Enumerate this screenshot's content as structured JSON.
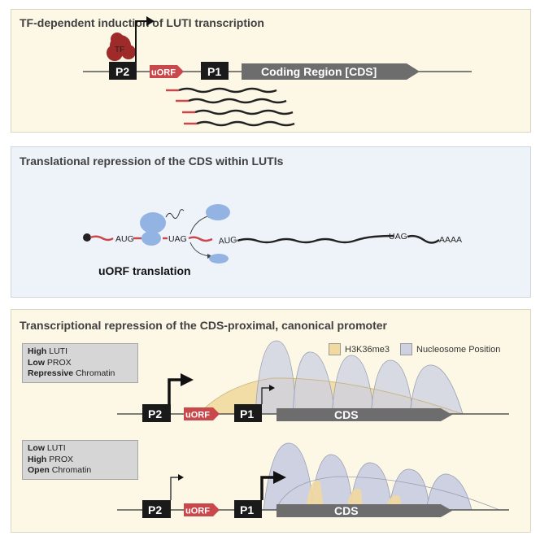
{
  "panel1": {
    "title": "TF-dependent induction of  LUTI transcription",
    "tf_label": "TF",
    "p2_label": "P2",
    "uorf_label": "uORF",
    "p1_label": "P1",
    "cds_label": "Coding Region [CDS]"
  },
  "panel2": {
    "title": "Translational repression of the CDS within LUTIs",
    "aug1": "AUG",
    "uag1": "UAG",
    "aug2": "AUG",
    "uag2": "UAG",
    "polya": "AAAA",
    "caption": "uORF translation"
  },
  "panel3": {
    "title": "Transcriptional repression of the CDS-proximal, canonical promoter",
    "legend": {
      "h3k36": "H3K36me3",
      "nucleosome": "Nucleosome Position"
    },
    "state1": {
      "w1b": "High",
      "w1": " LUTI",
      "w2b": "Low",
      "w2": " PROX",
      "w3b": "Repressive",
      "w3": " Chromatin"
    },
    "state2": {
      "w1b": "Low",
      "w1": " LUTI",
      "w2b": "High",
      "w2": " PROX",
      "w3b": "Open",
      "w3": " Chromatin"
    },
    "p2_label": "P2",
    "uorf_label": "uORF",
    "p1_label": "P1",
    "cds_label": "CDS"
  },
  "colors": {
    "panel_bg_yellow": "#fdf8e6",
    "panel_bg_blue": "#eef3fa",
    "promoter_box": "#1a1a1a",
    "uorf_red": "#c9484b",
    "cds_gray": "#6d6d6d",
    "tf_red": "#9e2a2a",
    "ribosome_blue": "#93b3e3",
    "h3k36_fill": "#f2d9a0",
    "nucleosome_fill": "#cdd1e2"
  }
}
